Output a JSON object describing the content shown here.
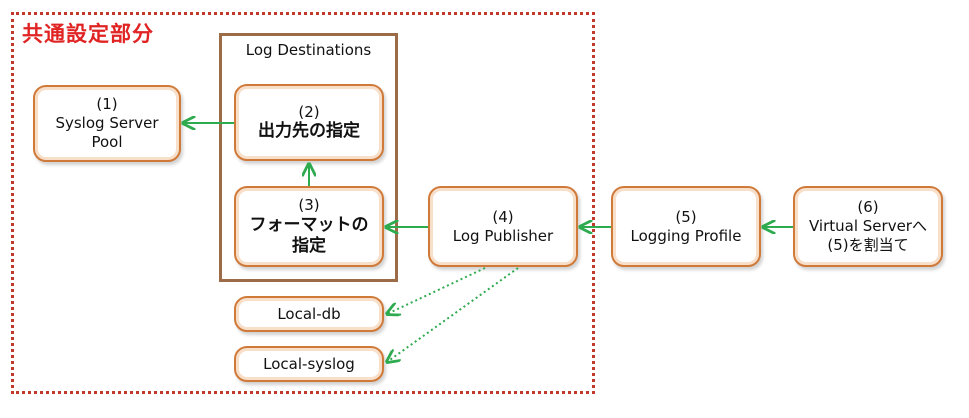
{
  "title": "共通設定部分",
  "group_title": "Log Destinations",
  "nodes": {
    "n1": {
      "num": "(1)",
      "label": "Syslog Server\nPool"
    },
    "n2": {
      "num": "(2)",
      "label": "出力先の指定"
    },
    "n3": {
      "num": "(3)",
      "label": "フォーマットの\n指定"
    },
    "n4": {
      "num": "(4)",
      "label": "Log Publisher"
    },
    "n5": {
      "num": "(5)",
      "label": "Logging Profile"
    },
    "n6": {
      "num": "(6)",
      "label": "Virtual Serverへ\n(5)を割当て"
    },
    "n7": {
      "label": "Local-db"
    },
    "n8": {
      "label": "Local-syslog"
    }
  },
  "colors": {
    "frame_border": "#c0392b",
    "title_text": "#e02424",
    "group_border": "#9c6b48",
    "node_border": "#d07a3a",
    "arrow_solid": "#2eaa4f",
    "arrow_dotted": "#2eaa4f"
  }
}
